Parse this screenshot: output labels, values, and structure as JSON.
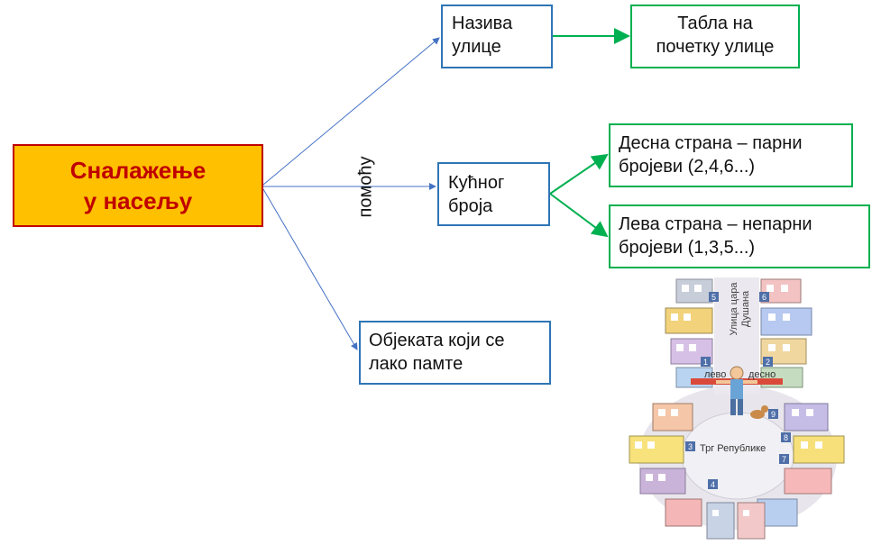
{
  "main_topic": {
    "line1": "Сналажење",
    "line2": "у насељу"
  },
  "connector_label": "помоћу",
  "nodes": {
    "street_name": {
      "line1": "Назива",
      "line2": "улице"
    },
    "street_sign": {
      "line1": "Табла на",
      "line2": "почетку улице"
    },
    "house_number": {
      "line1": "Кућног",
      "line2": "броја"
    },
    "right_side": {
      "line1": "Десна страна – парни",
      "line2": "бројеви (2,4,6...)"
    },
    "left_side": {
      "line1": "Лева страна – непарни",
      "line2": "бројеви (1,3,5...)"
    },
    "landmarks": {
      "line1": "Објеката који се",
      "line2": "лако памте"
    }
  },
  "illustration": {
    "street_label_1": "Улица цара",
    "street_label_2": "Душана",
    "left_label": "лево",
    "right_label": "десно",
    "square_label": "Трг Републике",
    "house_numbers": [
      "1",
      "2",
      "3",
      "4",
      "5",
      "6",
      "7",
      "8",
      "9"
    ]
  },
  "colors": {
    "main_fill": "#ffc000",
    "main_border": "#c00000",
    "blue_border": "#2e75b6",
    "green_border": "#00b050",
    "arrow_blue": "#4472c4",
    "arrow_green": "#00b050"
  }
}
